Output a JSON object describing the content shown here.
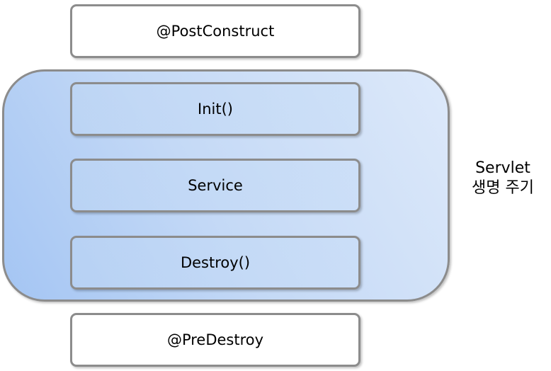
{
  "diagram": {
    "pre_step": "@PostConstruct",
    "lifecycle_steps": [
      "Init()",
      "Service",
      "Destroy()"
    ],
    "post_step": "@PreDestroy",
    "group_label_line1": "Servlet",
    "group_label_line2": "생명 주기"
  }
}
